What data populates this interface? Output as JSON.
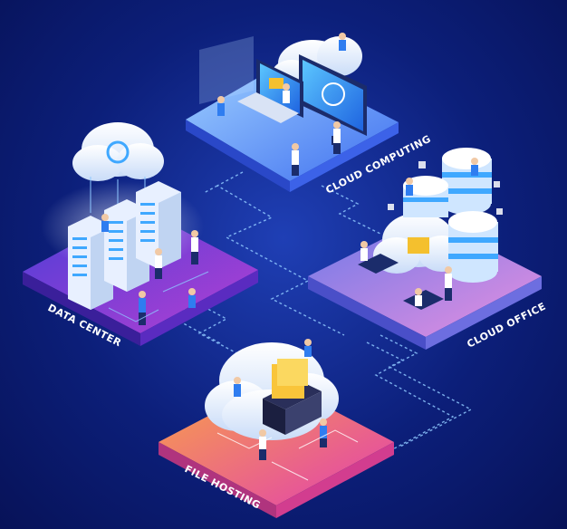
{
  "labels": {
    "cloud_computing": "CLOUD COMPUTING",
    "data_center": "DATA CENTER",
    "cloud_office": "CLOUD OFFICE",
    "file_hosting": "FILE HOSTING"
  },
  "colors": {
    "background": "#0c1f7a",
    "cloud_computing_top": "#4f8df5",
    "data_center_top": "#7a3bd1",
    "cloud_office_top": "#6e7fe8",
    "file_hosting_top": "#f2566f",
    "circuit": "#8fc8ff"
  }
}
